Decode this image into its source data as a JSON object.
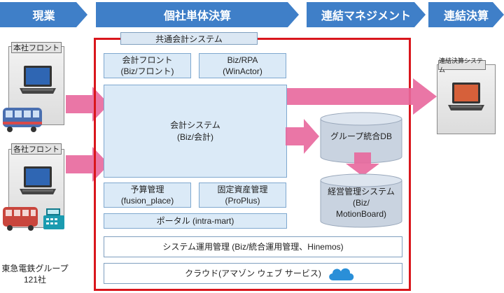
{
  "header": {
    "current": "現業",
    "individual": "個社単体決算",
    "consolidated_mgmt": "連結マネジメント",
    "consolidated": "連結決算"
  },
  "left": {
    "honsha_label": "本社フロント",
    "kakusha_label": "各社フロント",
    "group_line1": "東急電鉄グループ",
    "group_line2": "121社"
  },
  "common_system_label": "共通会計システム",
  "modules": {
    "front_l1": "会計フロント",
    "front_l2": "(Biz/フロント)",
    "rpa_l1": "Biz/RPA",
    "rpa_l2": "(WinActor)",
    "acct_l1": "会計システム",
    "acct_l2": "(Biz/会計)",
    "budget_l1": "予算管理",
    "budget_l2": "(fusion_place)",
    "asset_l1": "固定資産管理",
    "asset_l2": "(ProPlus)",
    "portal": "ポータル (intra-mart)",
    "ops": "システム運用管理 (Biz/統合運用管理、Hinemos)",
    "cloud": "クラウド(アマゾン ウェブ サービス)"
  },
  "db": {
    "group_db": "グループ統合DB",
    "mgmt_l1": "経営管理システム",
    "mgmt_l2": "(Biz/",
    "mgmt_l3": "MotionBoard)"
  },
  "right": {
    "label": "連結決算システム"
  },
  "colors": {
    "header_blue": "#3f7fc8",
    "arrow_pink": "#e8679c",
    "frame_red": "#d9161c",
    "module_blue": "#dbeaf7"
  }
}
